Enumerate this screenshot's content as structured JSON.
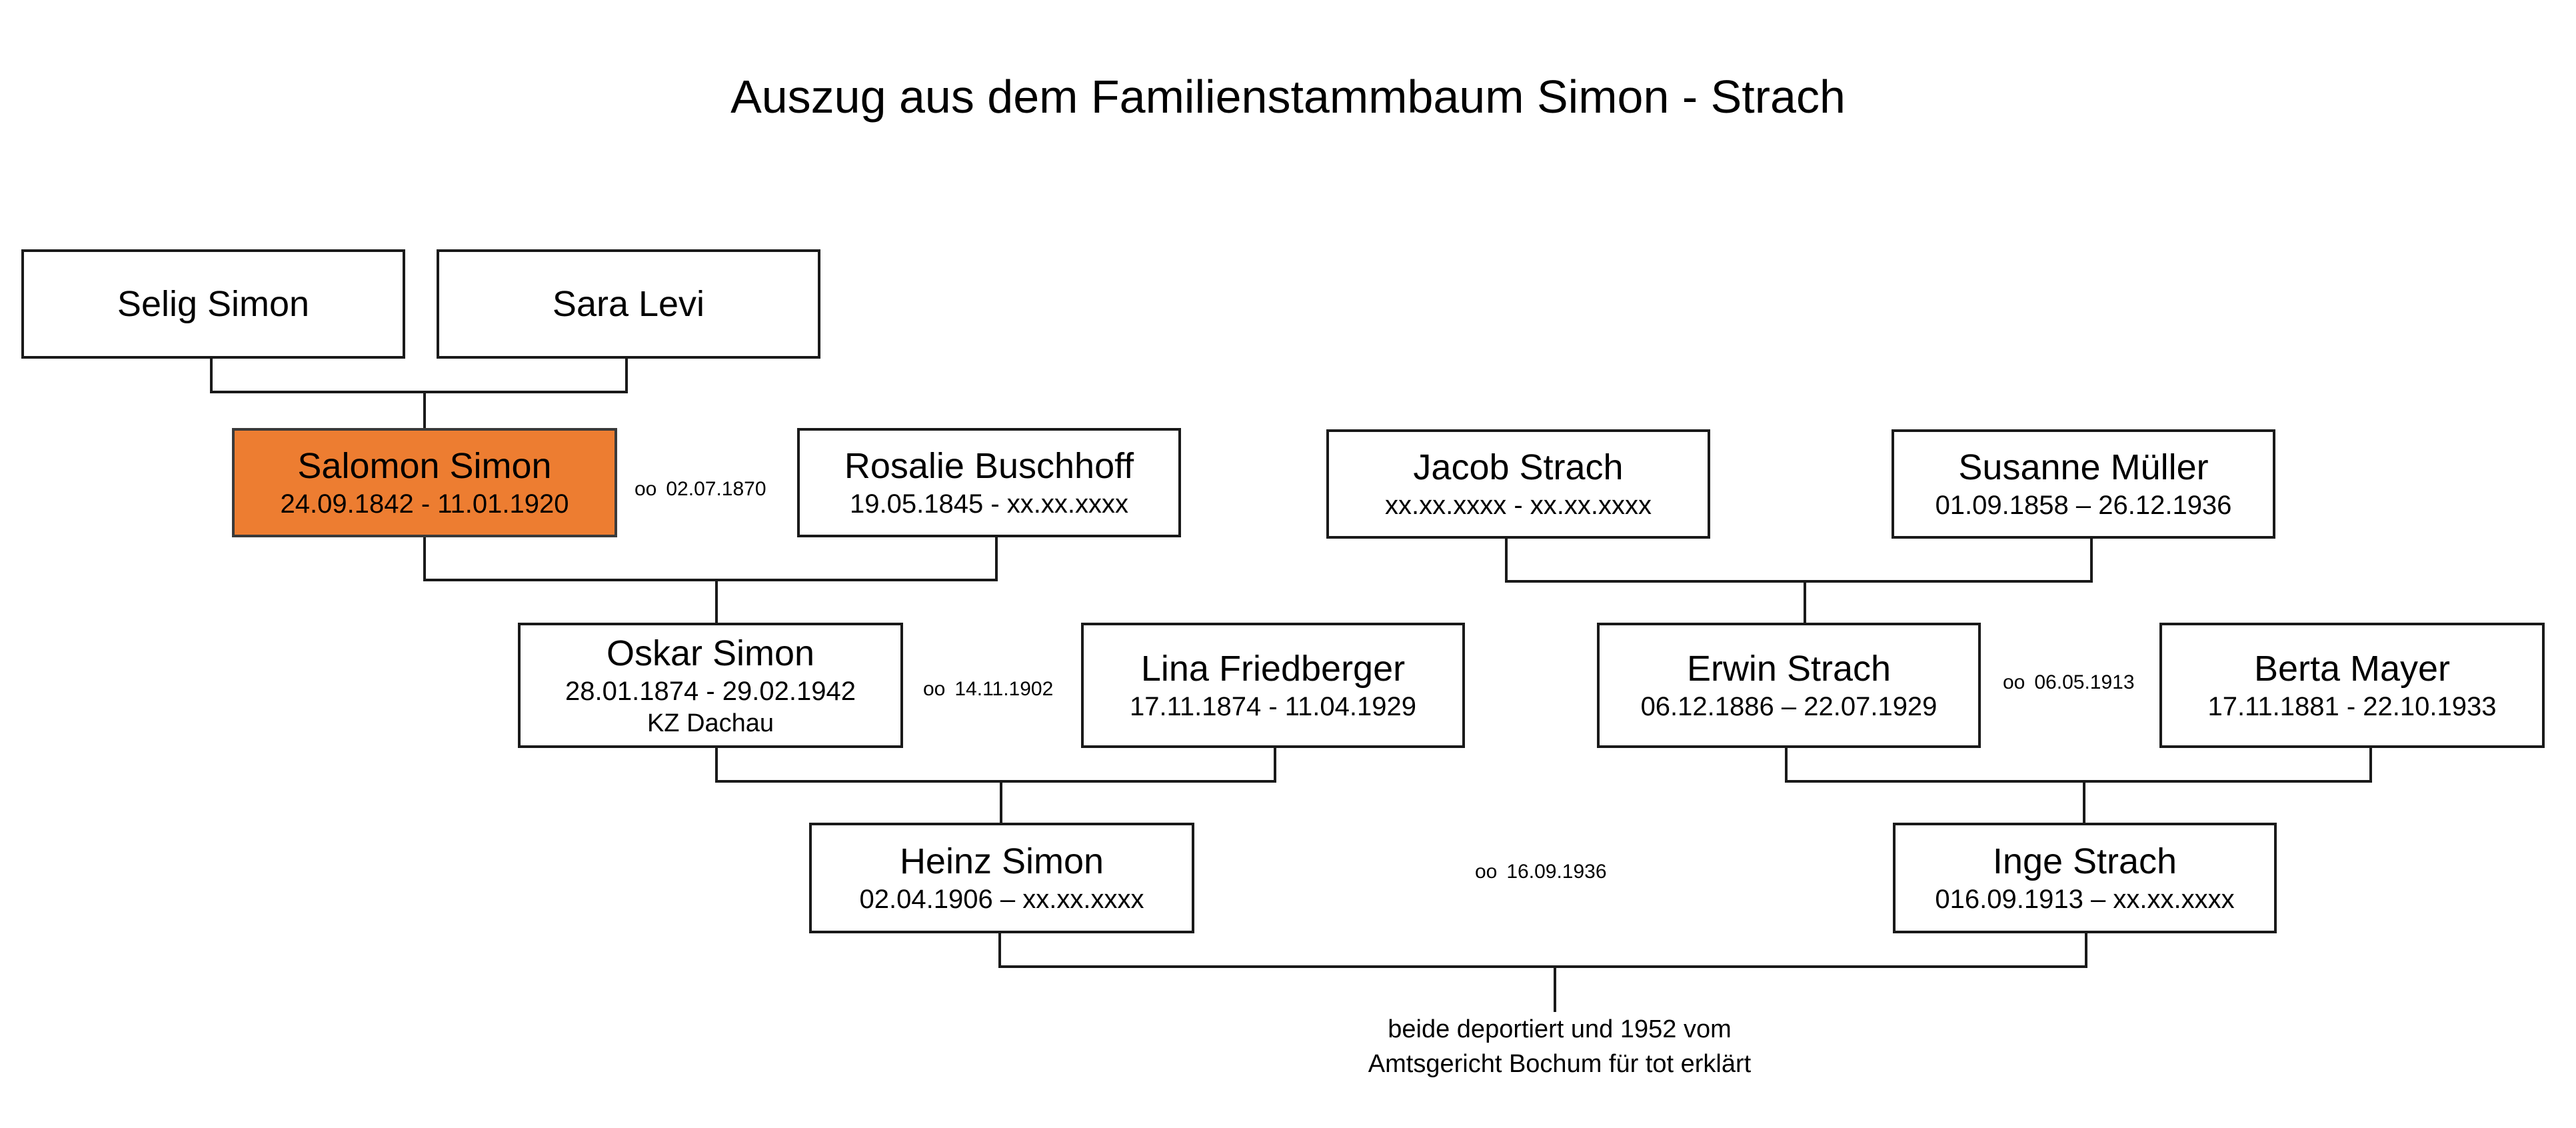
{
  "title": "Auszug aus dem Familienstammbaum Simon - Strach",
  "colors": {
    "highlight": "#ed7d31",
    "border": "#1a1a1a",
    "line": "#1a1a1a",
    "text": "#000000"
  },
  "persons": {
    "selig_simon": {
      "name": "Selig Simon",
      "dates": "",
      "note": ""
    },
    "sara_levi": {
      "name": "Sara Levi",
      "dates": "",
      "note": ""
    },
    "salomon_simon": {
      "name": "Salomon Simon",
      "dates": "24.09.1842 - 11.01.1920",
      "note": "",
      "highlighted": true
    },
    "rosalie_buschhoff": {
      "name": "Rosalie Buschhoff",
      "dates": "19.05.1845 - xx.xx.xxxx",
      "note": ""
    },
    "jacob_strach": {
      "name": "Jacob Strach",
      "dates": "xx.xx.xxxx - xx.xx.xxxx",
      "note": ""
    },
    "susanne_mueller": {
      "name": "Susanne Müller",
      "dates": "01.09.1858 – 26.12.1936",
      "note": ""
    },
    "oskar_simon": {
      "name": "Oskar Simon",
      "dates": "28.01.1874 - 29.02.1942",
      "note": "KZ Dachau"
    },
    "lina_friedberger": {
      "name": "Lina Friedberger",
      "dates": "17.11.1874 - 11.04.1929",
      "note": ""
    },
    "erwin_strach": {
      "name": "Erwin Strach",
      "dates": "06.12.1886 – 22.07.1929",
      "note": ""
    },
    "berta_mayer": {
      "name": "Berta Mayer",
      "dates": "17.11.1881 - 22.10.1933",
      "note": ""
    },
    "heinz_simon": {
      "name": "Heinz Simon",
      "dates": "02.04.1906 – xx.xx.xxxx",
      "note": ""
    },
    "inge_strach": {
      "name": "Inge Strach",
      "dates": "016.09.1913 – xx.xx.xxxx",
      "note": ""
    }
  },
  "marriages": {
    "salomon_rosalie": {
      "symbol": "oo",
      "date": "02.07.1870"
    },
    "oskar_lina": {
      "symbol": "oo",
      "date": "14.11.1902"
    },
    "erwin_berta": {
      "symbol": "oo",
      "date": "06.05.1913"
    },
    "heinz_inge": {
      "symbol": "oo",
      "date": "16.09.1936"
    }
  },
  "footnote": {
    "line1": "beide deportiert und 1952 vom",
    "line2": "Amtsgericht Bochum für tot erklärt"
  }
}
